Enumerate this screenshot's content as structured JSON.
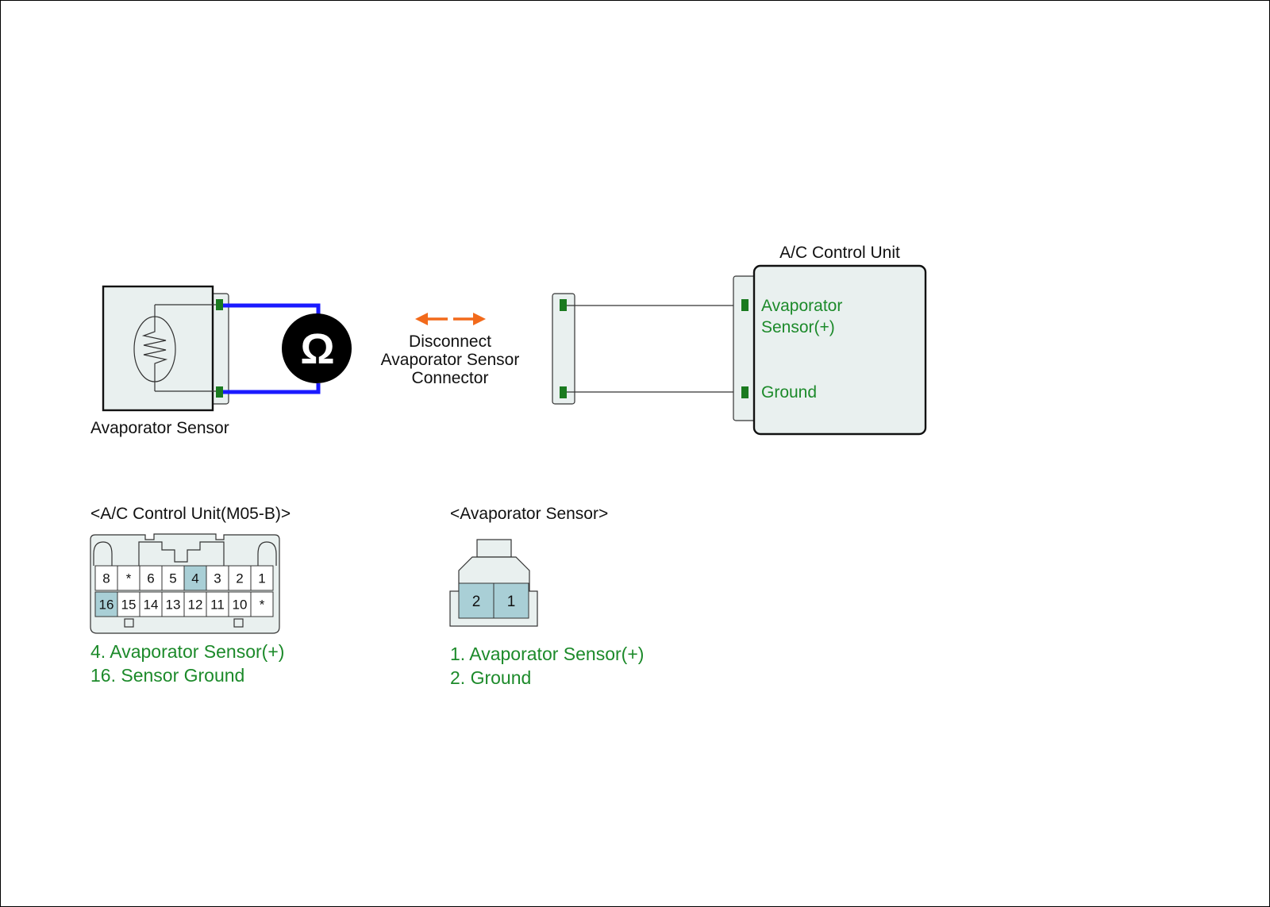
{
  "sensor": {
    "label": "Avaporator Sensor"
  },
  "meter": {
    "symbol": "Ω"
  },
  "instruction": {
    "line1": "Disconnect",
    "line2": "Avaporator Sensor",
    "line3": "Connector"
  },
  "control_unit": {
    "title": "A/C Control Unit",
    "pin_signal_line1": "Avaporator",
    "pin_signal_line2": "Sensor(+)",
    "pin_ground": "Ground"
  },
  "connector_acu": {
    "title": "<A/C Control Unit(M05-B)>",
    "top_row": [
      "8",
      "*",
      "6",
      "5",
      "4",
      "3",
      "2",
      "1"
    ],
    "bottom_row": [
      "16",
      "15",
      "14",
      "13",
      "12",
      "11",
      "10",
      "*"
    ],
    "highlighted": [
      "4",
      "16"
    ],
    "legend": [
      "4. Avaporator Sensor(+)",
      "16. Sensor Ground"
    ]
  },
  "connector_sensor": {
    "title": "<Avaporator Sensor>",
    "pins": [
      "2",
      "1"
    ],
    "legend": [
      "1. Avaporator Sensor(+)",
      "2. Ground"
    ]
  },
  "colors": {
    "component_fill": "#e9f0ef",
    "pin_highlight": "#a9cfd6",
    "terminal": "#1a7a1f",
    "meter_lead": "#1a1aff",
    "arrow": "#f26a1b",
    "label_green": "#1c8a2a"
  }
}
